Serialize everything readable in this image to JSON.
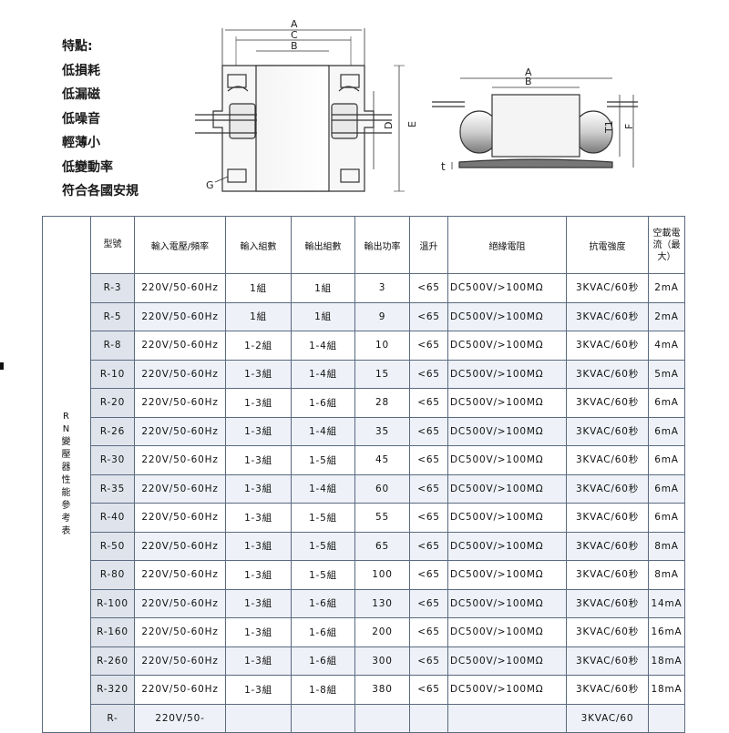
{
  "features": {
    "title": "特點:",
    "items": [
      "低損耗",
      "低漏磁",
      "低噪音",
      "輕薄小",
      "低變動率",
      "符合各國安規"
    ]
  },
  "diagram_labels": {
    "front": {
      "A": "A",
      "C": "C",
      "B": "B",
      "D": "D",
      "E": "E",
      "G": "G"
    },
    "side": {
      "A": "A",
      "B": "B",
      "T1": "T1",
      "F": "F",
      "t": "t"
    }
  },
  "table": {
    "side_label": "RN變壓器性能參考表",
    "headers": [
      "型號",
      "輸入電壓/頻率",
      "輸入組數",
      "輸出組數",
      "輸出功率",
      "溫升",
      "絕緣電阻",
      "抗電強度",
      "空載電流（最大）"
    ],
    "rows": [
      {
        "model": "R-3",
        "voltage": "220V/50-60Hz",
        "in": "1組",
        "out": "1組",
        "power": "3",
        "temp": "<65",
        "insulation": "DC500V/>100MΩ",
        "strength": "3KVAC/60秒",
        "current": "2mA"
      },
      {
        "model": "R-5",
        "voltage": "220V/50-60Hz",
        "in": "1組",
        "out": "1組",
        "power": "9",
        "temp": "<65",
        "insulation": "DC500V/>100MΩ",
        "strength": "3KVAC/60秒",
        "current": "2mA"
      },
      {
        "model": "R-8",
        "voltage": "220V/50-60Hz",
        "in": "1-2組",
        "out": "1-4組",
        "power": "10",
        "temp": "<65",
        "insulation": "DC500V/>100MΩ",
        "strength": "3KVAC/60秒",
        "current": "4mA"
      },
      {
        "model": "R-10",
        "voltage": "220V/50-60Hz",
        "in": "1-3組",
        "out": "1-4組",
        "power": "15",
        "temp": "<65",
        "insulation": "DC500V/>100MΩ",
        "strength": "3KVAC/60秒",
        "current": "5mA"
      },
      {
        "model": "R-20",
        "voltage": "220V/50-60Hz",
        "in": "1-3組",
        "out": "1-6組",
        "power": "28",
        "temp": "<65",
        "insulation": "DC500V/>100MΩ",
        "strength": "3KVAC/60秒",
        "current": "6mA"
      },
      {
        "model": "R-26",
        "voltage": "220V/50-60Hz",
        "in": "1-3組",
        "out": "1-4組",
        "power": "35",
        "temp": "<65",
        "insulation": "DC500V/>100MΩ",
        "strength": "3KVAC/60秒",
        "current": "6mA"
      },
      {
        "model": "R-30",
        "voltage": "220V/50-60Hz",
        "in": "1-3組",
        "out": "1-5組",
        "power": "45",
        "temp": "<65",
        "insulation": "DC500V/>100MΩ",
        "strength": "3KVAC/60秒",
        "current": "6mA"
      },
      {
        "model": "R-35",
        "voltage": "220V/50-60Hz",
        "in": "1-3組",
        "out": "1-4組",
        "power": "60",
        "temp": "<65",
        "insulation": "DC500V/>100MΩ",
        "strength": "3KVAC/60秒",
        "current": "6mA"
      },
      {
        "model": "R-40",
        "voltage": "220V/50-60Hz",
        "in": "1-3組",
        "out": "1-5組",
        "power": "55",
        "temp": "<65",
        "insulation": "DC500V/>100MΩ",
        "strength": "3KVAC/60秒",
        "current": "6mA"
      },
      {
        "model": "R-50",
        "voltage": "220V/50-60Hz",
        "in": "1-3組",
        "out": "1-5組",
        "power": "65",
        "temp": "<65",
        "insulation": "DC500V/>100MΩ",
        "strength": "3KVAC/60秒",
        "current": "8mA"
      },
      {
        "model": "R-80",
        "voltage": "220V/50-60Hz",
        "in": "1-3組",
        "out": "1-5組",
        "power": "100",
        "temp": "<65",
        "insulation": "DC500V/>100MΩ",
        "strength": "3KVAC/60秒",
        "current": "8mA"
      },
      {
        "model": "R-100",
        "voltage": "220V/50-60Hz",
        "in": "1-3組",
        "out": "1-6組",
        "power": "130",
        "temp": "<65",
        "insulation": "DC500V/>100MΩ",
        "strength": "3KVAC/60秒",
        "current": "14mA"
      },
      {
        "model": "R-160",
        "voltage": "220V/50-60Hz",
        "in": "1-3組",
        "out": "1-6組",
        "power": "200",
        "temp": "<65",
        "insulation": "DC500V/>100MΩ",
        "strength": "3KVAC/60秒",
        "current": "16mA"
      },
      {
        "model": "R-260",
        "voltage": "220V/50-60Hz",
        "in": "1-3組",
        "out": "1-6組",
        "power": "300",
        "temp": "<65",
        "insulation": "DC500V/>100MΩ",
        "strength": "3KVAC/60秒",
        "current": "18mA"
      },
      {
        "model": "R-320",
        "voltage": "220V/50-60Hz",
        "in": "1-3組",
        "out": "1-8組",
        "power": "380",
        "temp": "<65",
        "insulation": "DC500V/>100MΩ",
        "strength": "3KVAC/60秒",
        "current": "18mA"
      },
      {
        "model": "R-",
        "voltage": "220V/50-",
        "in": "",
        "out": "",
        "power": "",
        "temp": "",
        "insulation": "",
        "strength": "3KVAC/60",
        "current": ""
      }
    ]
  }
}
